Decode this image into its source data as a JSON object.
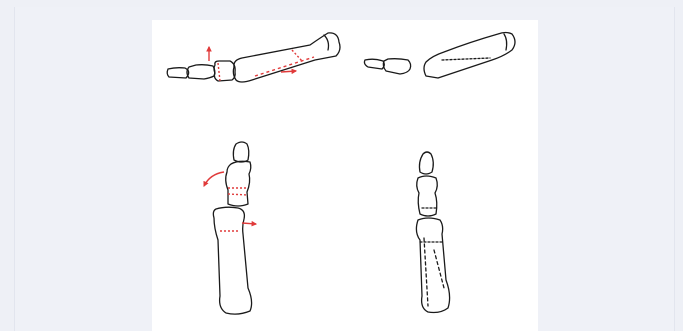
{
  "figure": {
    "panels": [
      {
        "name": "lateral-view-with-fracture-and-displacement-arrows",
        "annotation_color": "#e03a3a"
      },
      {
        "name": "lateral-view-after-reduction"
      },
      {
        "name": "ap-view-with-rotation-and-displacement-arrows",
        "annotation_color": "#e03a3a"
      },
      {
        "name": "ap-view-after-reduction"
      }
    ],
    "colors": {
      "background": "#eef0f6",
      "panel": "#ffffff",
      "outline": "#1a1a1a",
      "annotation": "#e03a3a"
    }
  }
}
